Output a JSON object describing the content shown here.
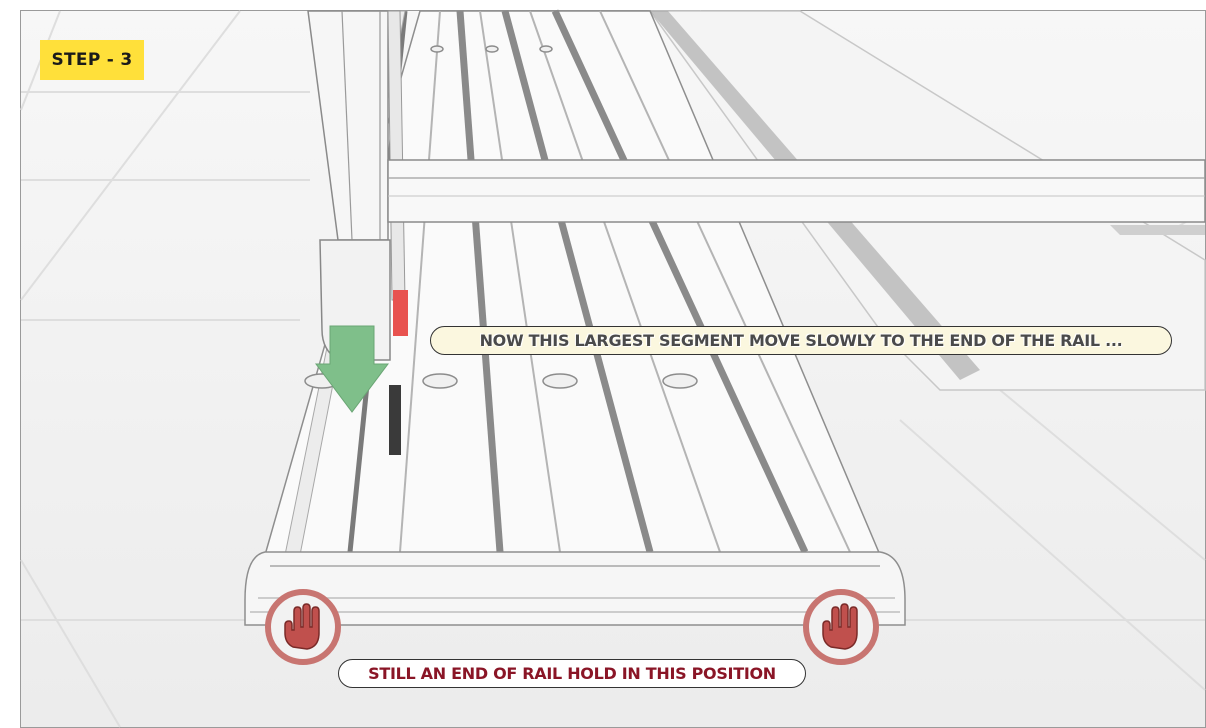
{
  "step": {
    "label": "STEP - 3"
  },
  "instructions": {
    "move_text": "NOW  THIS LARGEST SEGMENT MOVE  SLOWLY TO THE END OF THE RAIL ...",
    "hold_text": "STILL AN END OF RAIL HOLD IN THIS POSITION"
  },
  "icons": {
    "arrow": "down-arrow-icon",
    "hand": "stop-hand-icon"
  },
  "colors": {
    "badge": "#ffe03a",
    "arrow": "#7fbf8a",
    "hand": "#c0504d",
    "hold_text": "#8a1526",
    "red_marker": "#e8524f",
    "dark_marker": "#3a3a3a"
  }
}
